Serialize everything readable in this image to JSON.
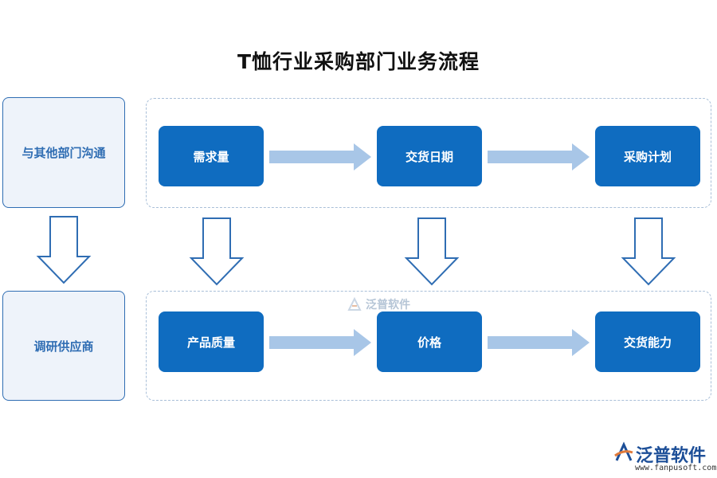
{
  "title": "T恤行业采购部门业务流程",
  "left_labels": [
    "与其他部门沟通",
    "调研供应商"
  ],
  "row1": [
    "需求量",
    "交货日期",
    "采购计划"
  ],
  "row2": [
    "产品质量",
    "价格",
    "交货能力"
  ],
  "watermark": "泛普软件",
  "logo": {
    "name": "泛普软件",
    "url": "www.fanpusoft.com"
  },
  "colors": {
    "node_fill": "#0f6cc0",
    "arrow_light": "#a8c6e7",
    "outline": "#2f6db3",
    "side_fill": "#eef3fa"
  }
}
